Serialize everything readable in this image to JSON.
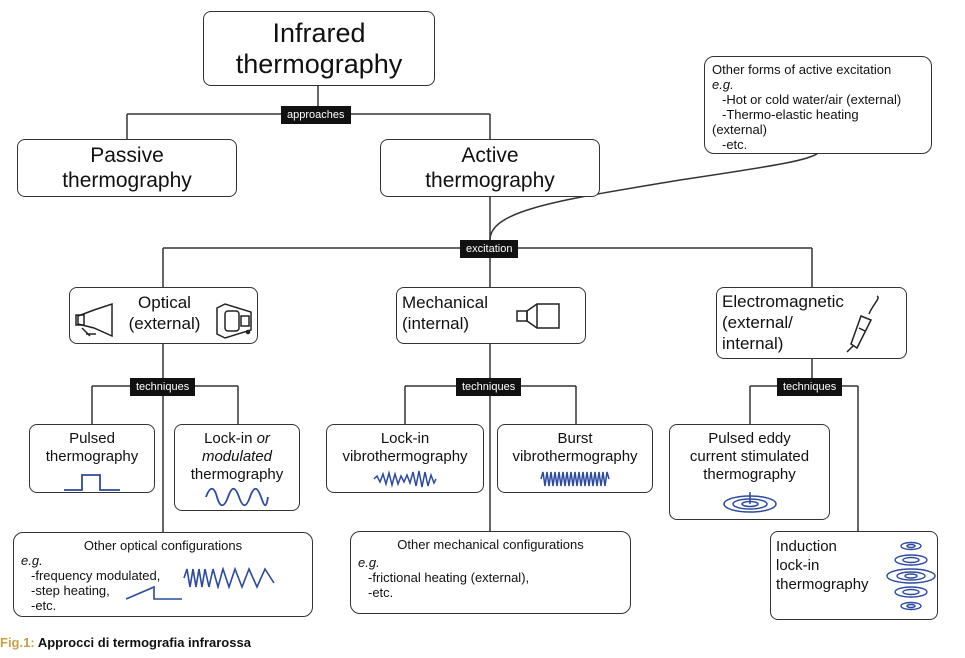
{
  "root": {
    "line1": "Infrared",
    "line2": "thermography"
  },
  "tags": {
    "approaches": "approaches",
    "excitation": "excitation",
    "techniques": "techniques"
  },
  "passive": {
    "line1": "Passive",
    "line2": "thermography"
  },
  "active": {
    "line1": "Active",
    "line2": "thermography"
  },
  "other_active": {
    "title": "Other forms of active excitation",
    "eg": "e.g.",
    "items": [
      "-Hot or cold water/air (external)",
      "-Thermo-elastic heating",
      "(external)",
      "-etc."
    ]
  },
  "optical": {
    "line1": "Optical",
    "line2": "(external)"
  },
  "mechanical": {
    "line1": "Mechanical",
    "line2": "(internal)"
  },
  "electromagnetic": {
    "line1": "Electromagnetic",
    "line2": "(external/",
    "line3": "internal)"
  },
  "pulsed": {
    "line1": "Pulsed",
    "line2": "thermography"
  },
  "lockin_opt": {
    "line1a": "Lock-in",
    "line1b": "or",
    "line2": "modulated",
    "line3": "thermography"
  },
  "lockin_vibro": {
    "line1": "Lock-in",
    "line2": "vibrothermography"
  },
  "burst": {
    "line1": "Burst",
    "line2": "vibrothermography"
  },
  "eddy": {
    "line1": "Pulsed eddy",
    "line2": "current stimulated",
    "line3": "thermography"
  },
  "induction": {
    "line1": "Induction",
    "line2": "lock-in",
    "line3": "thermography"
  },
  "other_optical": {
    "title": "Other optical configurations",
    "eg": "e.g.",
    "items": [
      "-frequency modulated,",
      "-step heating,",
      "-etc."
    ]
  },
  "other_mech": {
    "title": "Other mechanical configurations",
    "eg": "e.g.",
    "items": [
      "-frictional heating (external),",
      "-etc."
    ]
  },
  "caption": {
    "fig": "Fig.1:",
    "text": "Approcci di termografia infrarossa"
  },
  "colors": {
    "wave": "#2b4aa0",
    "line": "#333333",
    "tag_bg": "#111111",
    "caption_fig": "#c8a24a"
  },
  "icons": [
    "lamp-icon",
    "flash-lamp-icon",
    "transducer-icon",
    "induction-coil-icon",
    "eddy-current-icon",
    "square-pulse-icon",
    "sine-wave-icon",
    "step-heating-icon"
  ]
}
